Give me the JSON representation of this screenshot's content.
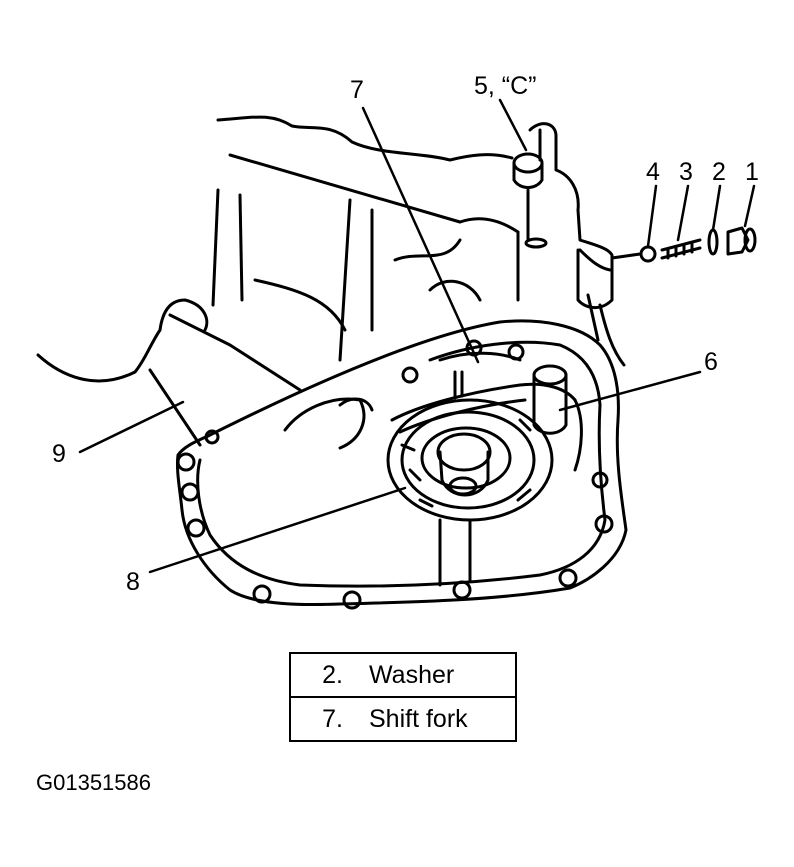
{
  "callouts": {
    "c1": "1",
    "c2": "2",
    "c3": "3",
    "c4": "4",
    "c5": "5, “C”",
    "c6": "6",
    "c7": "7",
    "c8": "8",
    "c9": "9"
  },
  "legend": [
    {
      "number": "2.",
      "label": "Washer"
    },
    {
      "number": "7.",
      "label": "Shift fork"
    }
  ],
  "figure_id": "G01351586",
  "colors": {
    "ink": "#000000",
    "paper": "#ffffff"
  }
}
